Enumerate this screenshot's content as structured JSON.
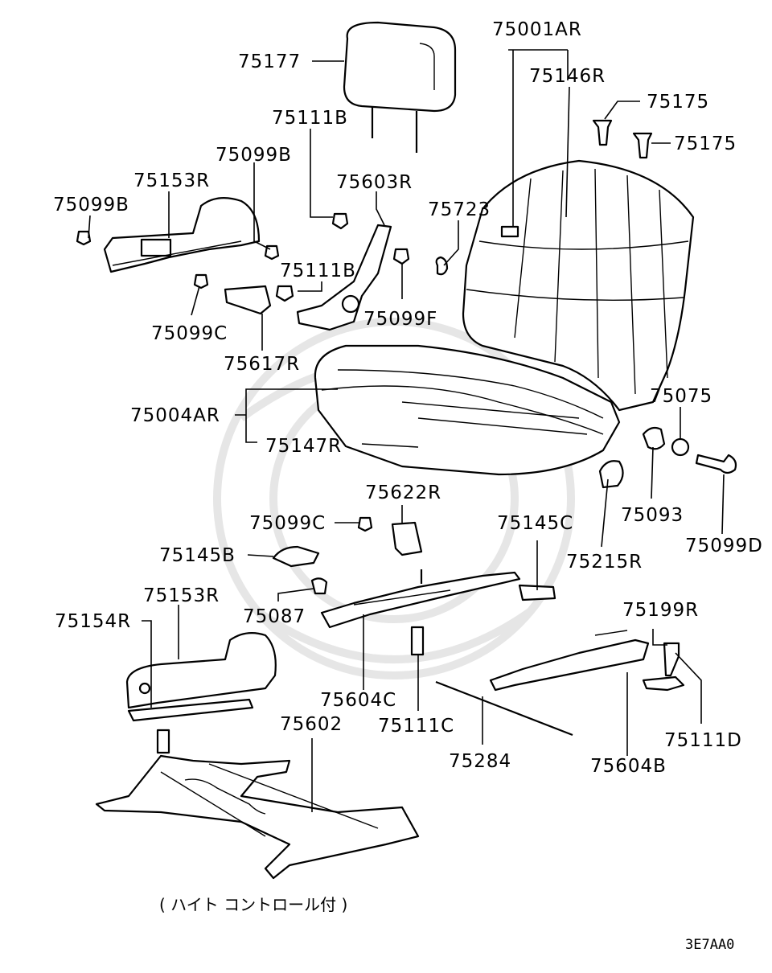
{
  "diagram": {
    "parts": {
      "p75177": "75177",
      "p75001AR": "75001AR",
      "p75146R": "75146R",
      "p75175_a": "75175",
      "p75175_b": "75175",
      "p75111B_a": "75111B",
      "p75099B_a": "75099B",
      "p75153R_a": "75153R",
      "p75099B_b": "75099B",
      "p75603R": "75603R",
      "p75723": "75723",
      "p75111B_b": "75111B",
      "p75099F": "75099F",
      "p75099C_a": "75099C",
      "p75617R": "75617R",
      "p75004AR": "75004AR",
      "p75147R": "75147R",
      "p75075": "75075",
      "p75093": "75093",
      "p75099D": "75099D",
      "p75215R": "75215R",
      "p75622R": "75622R",
      "p75099C_b": "75099C",
      "p75145C": "75145C",
      "p75145B": "75145B",
      "p75153R_b": "75153R",
      "p75087": "75087",
      "p75154R": "75154R",
      "p75199R": "75199R",
      "p75604C": "75604C",
      "p75111C": "75111C",
      "p75111D": "75111D",
      "p75602": "75602",
      "p75284": "75284",
      "p75604B": "75604B"
    },
    "note": "( ハイト コントロール付 )",
    "code": "3E7AA0"
  }
}
